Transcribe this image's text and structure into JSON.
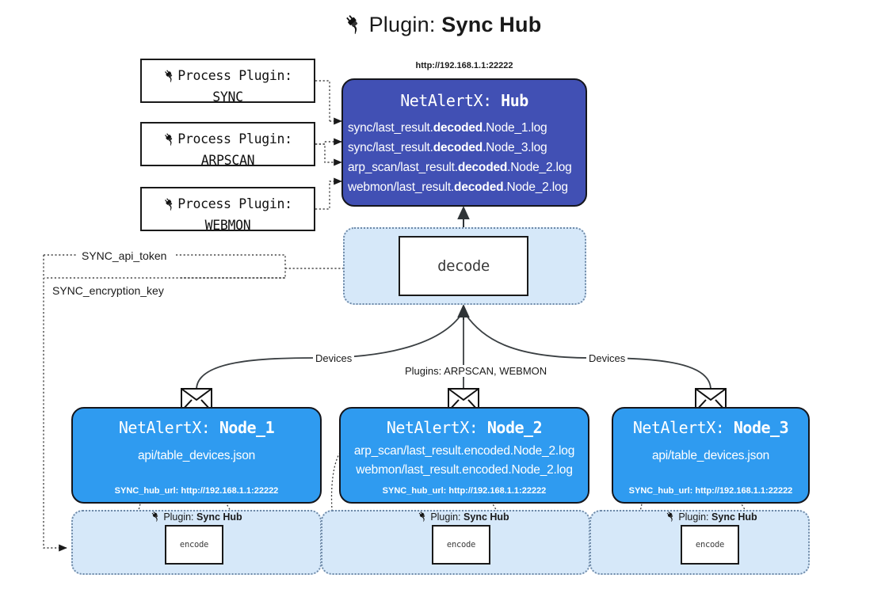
{
  "title": {
    "icon": "plug-icon",
    "prefix": "Plugin:",
    "name": "Sync Hub"
  },
  "process_plugins": [
    {
      "icon": "plug-icon",
      "line1": "Process Plugin:",
      "line2": "SYNC"
    },
    {
      "icon": "plug-icon",
      "line1": "Process Plugin:",
      "line2": "ARPSCAN"
    },
    {
      "icon": "plug-icon",
      "line1": "Process Plugin:",
      "line2": "WEBMON"
    }
  ],
  "hub": {
    "url": "http://192.168.1.1:22222",
    "title_prefix": "NetAlertX:",
    "title_name": "Hub",
    "logs": [
      {
        "pre": "sync/last_result.",
        "em": "decoded",
        "post": ".Node_1.log"
      },
      {
        "pre": "sync/last_result.",
        "em": "decoded",
        "post": ".Node_3.log"
      },
      {
        "pre": "arp_scan/last_result.",
        "em": "decoded",
        "post": ".Node_2.log"
      },
      {
        "pre": "webmon/last_result.",
        "em": "decoded",
        "post": ".Node_2.log"
      }
    ]
  },
  "decode": {
    "label": "decode"
  },
  "env_labels": {
    "api_token": "SYNC_api_token",
    "encryption_key": "SYNC_encryption_key"
  },
  "edge_labels": {
    "devices_left": "Devices",
    "devices_right": "Devices",
    "plugins_middle": "Plugins: ARPSCAN, WEBMON"
  },
  "nodes": [
    {
      "title_prefix": "NetAlertX:",
      "title_name": "Node_1",
      "lines": [
        "api/table_devices.json"
      ],
      "hub_url_label": "SYNC_hub_url: http://192.168.1.1:22222",
      "mail_icon": "envelope-icon"
    },
    {
      "title_prefix": "NetAlertX:",
      "title_name": "Node_2",
      "lines": [
        "arp_scan/last_result.encoded.Node_2.log",
        "webmon/last_result.encoded.Node_2.log"
      ],
      "hub_url_label": "SYNC_hub_url: http://192.168.1.1:22222",
      "mail_icon": "envelope-icon"
    },
    {
      "title_prefix": "NetAlertX:",
      "title_name": "Node_3",
      "lines": [
        "api/table_devices.json"
      ],
      "hub_url_label": "SYNC_hub_url: http://192.168.1.1:22222",
      "mail_icon": "envelope-icon"
    }
  ],
  "encoders": [
    {
      "caption_icon": "plug-icon",
      "caption_prefix": "Plugin:",
      "caption_name": "Sync Hub",
      "label": "encode"
    },
    {
      "caption_icon": "plug-icon",
      "caption_prefix": "Plugin:",
      "caption_name": "Sync Hub",
      "label": "encode"
    },
    {
      "caption_icon": "plug-icon",
      "caption_prefix": "Plugin:",
      "caption_name": "Sync Hub",
      "label": "encode"
    }
  ],
  "colors": {
    "hub": "#4150b4",
    "node": "#2f9bf0",
    "container": "#d6e8f9",
    "container_border": "#6f8aa8",
    "stroke": "#1a1a1a"
  }
}
